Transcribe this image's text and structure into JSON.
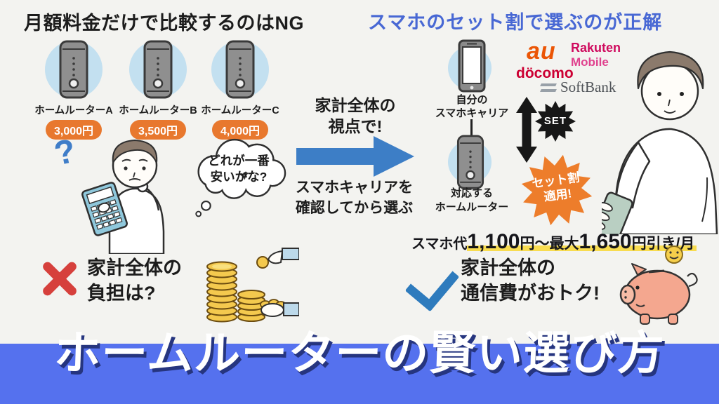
{
  "headlines": {
    "left": "月額料金だけで比較するのはNG",
    "right": "スマホのセット割で選ぶのが正解"
  },
  "routers": [
    {
      "label": "ホームルーターA",
      "price": "3,000円"
    },
    {
      "label": "ホームルーターB",
      "price": "3,500円"
    },
    {
      "label": "ホームルーターC",
      "price": "4,000円"
    }
  ],
  "thought": {
    "line1": "どれが一番",
    "line2": "安いかな?"
  },
  "question_mark": "?",
  "center": {
    "top1": "家計全体の",
    "top2": "視点で!",
    "bottom1": "スマホキャリアを",
    "bottom2": "確認してから選ぶ"
  },
  "right": {
    "phone_label1": "自分の",
    "phone_label2": "スマホキャリア",
    "carrier_au": "au",
    "carrier_docomo": "döcomo",
    "carrier_rakuten1": "Rakuten",
    "carrier_rakuten2": "Mobile",
    "carrier_softbank": "SoftBank",
    "set_label": "SET",
    "router_label1": "対応する",
    "router_label2": "ホームルーター",
    "burst1": "セット割",
    "burst2": "適用!"
  },
  "discount": {
    "prefix": "スマホ代",
    "amount1": "1,100",
    "mid": "円〜最大",
    "amount2": "1,650",
    "suffix": "円引き/月"
  },
  "verdict_left": {
    "line1": "家計全体の",
    "line2": "負担は?"
  },
  "verdict_right": {
    "line1": "家計全体の",
    "line2": "通信費がおトク!"
  },
  "banner": {
    "title": "ホームルーターの賢い選び方"
  },
  "colors": {
    "background": "#f3f3f0",
    "headline_right_blue": "#4868d4",
    "price_badge_orange": "#e8782e",
    "arrow_blue": "#3d7ec6",
    "cross_red": "#d6403c",
    "check_blue": "#2e7bbd",
    "highlight_yellow": "#f8dc50",
    "banner_blue": "#5571ee",
    "burst_orange": "#ed7d2b",
    "au_orange": "#eb5505",
    "docomo_red": "#cc0033",
    "rakuten_crimson": "#cf0a5e",
    "softbank_gray": "#4e5257"
  }
}
